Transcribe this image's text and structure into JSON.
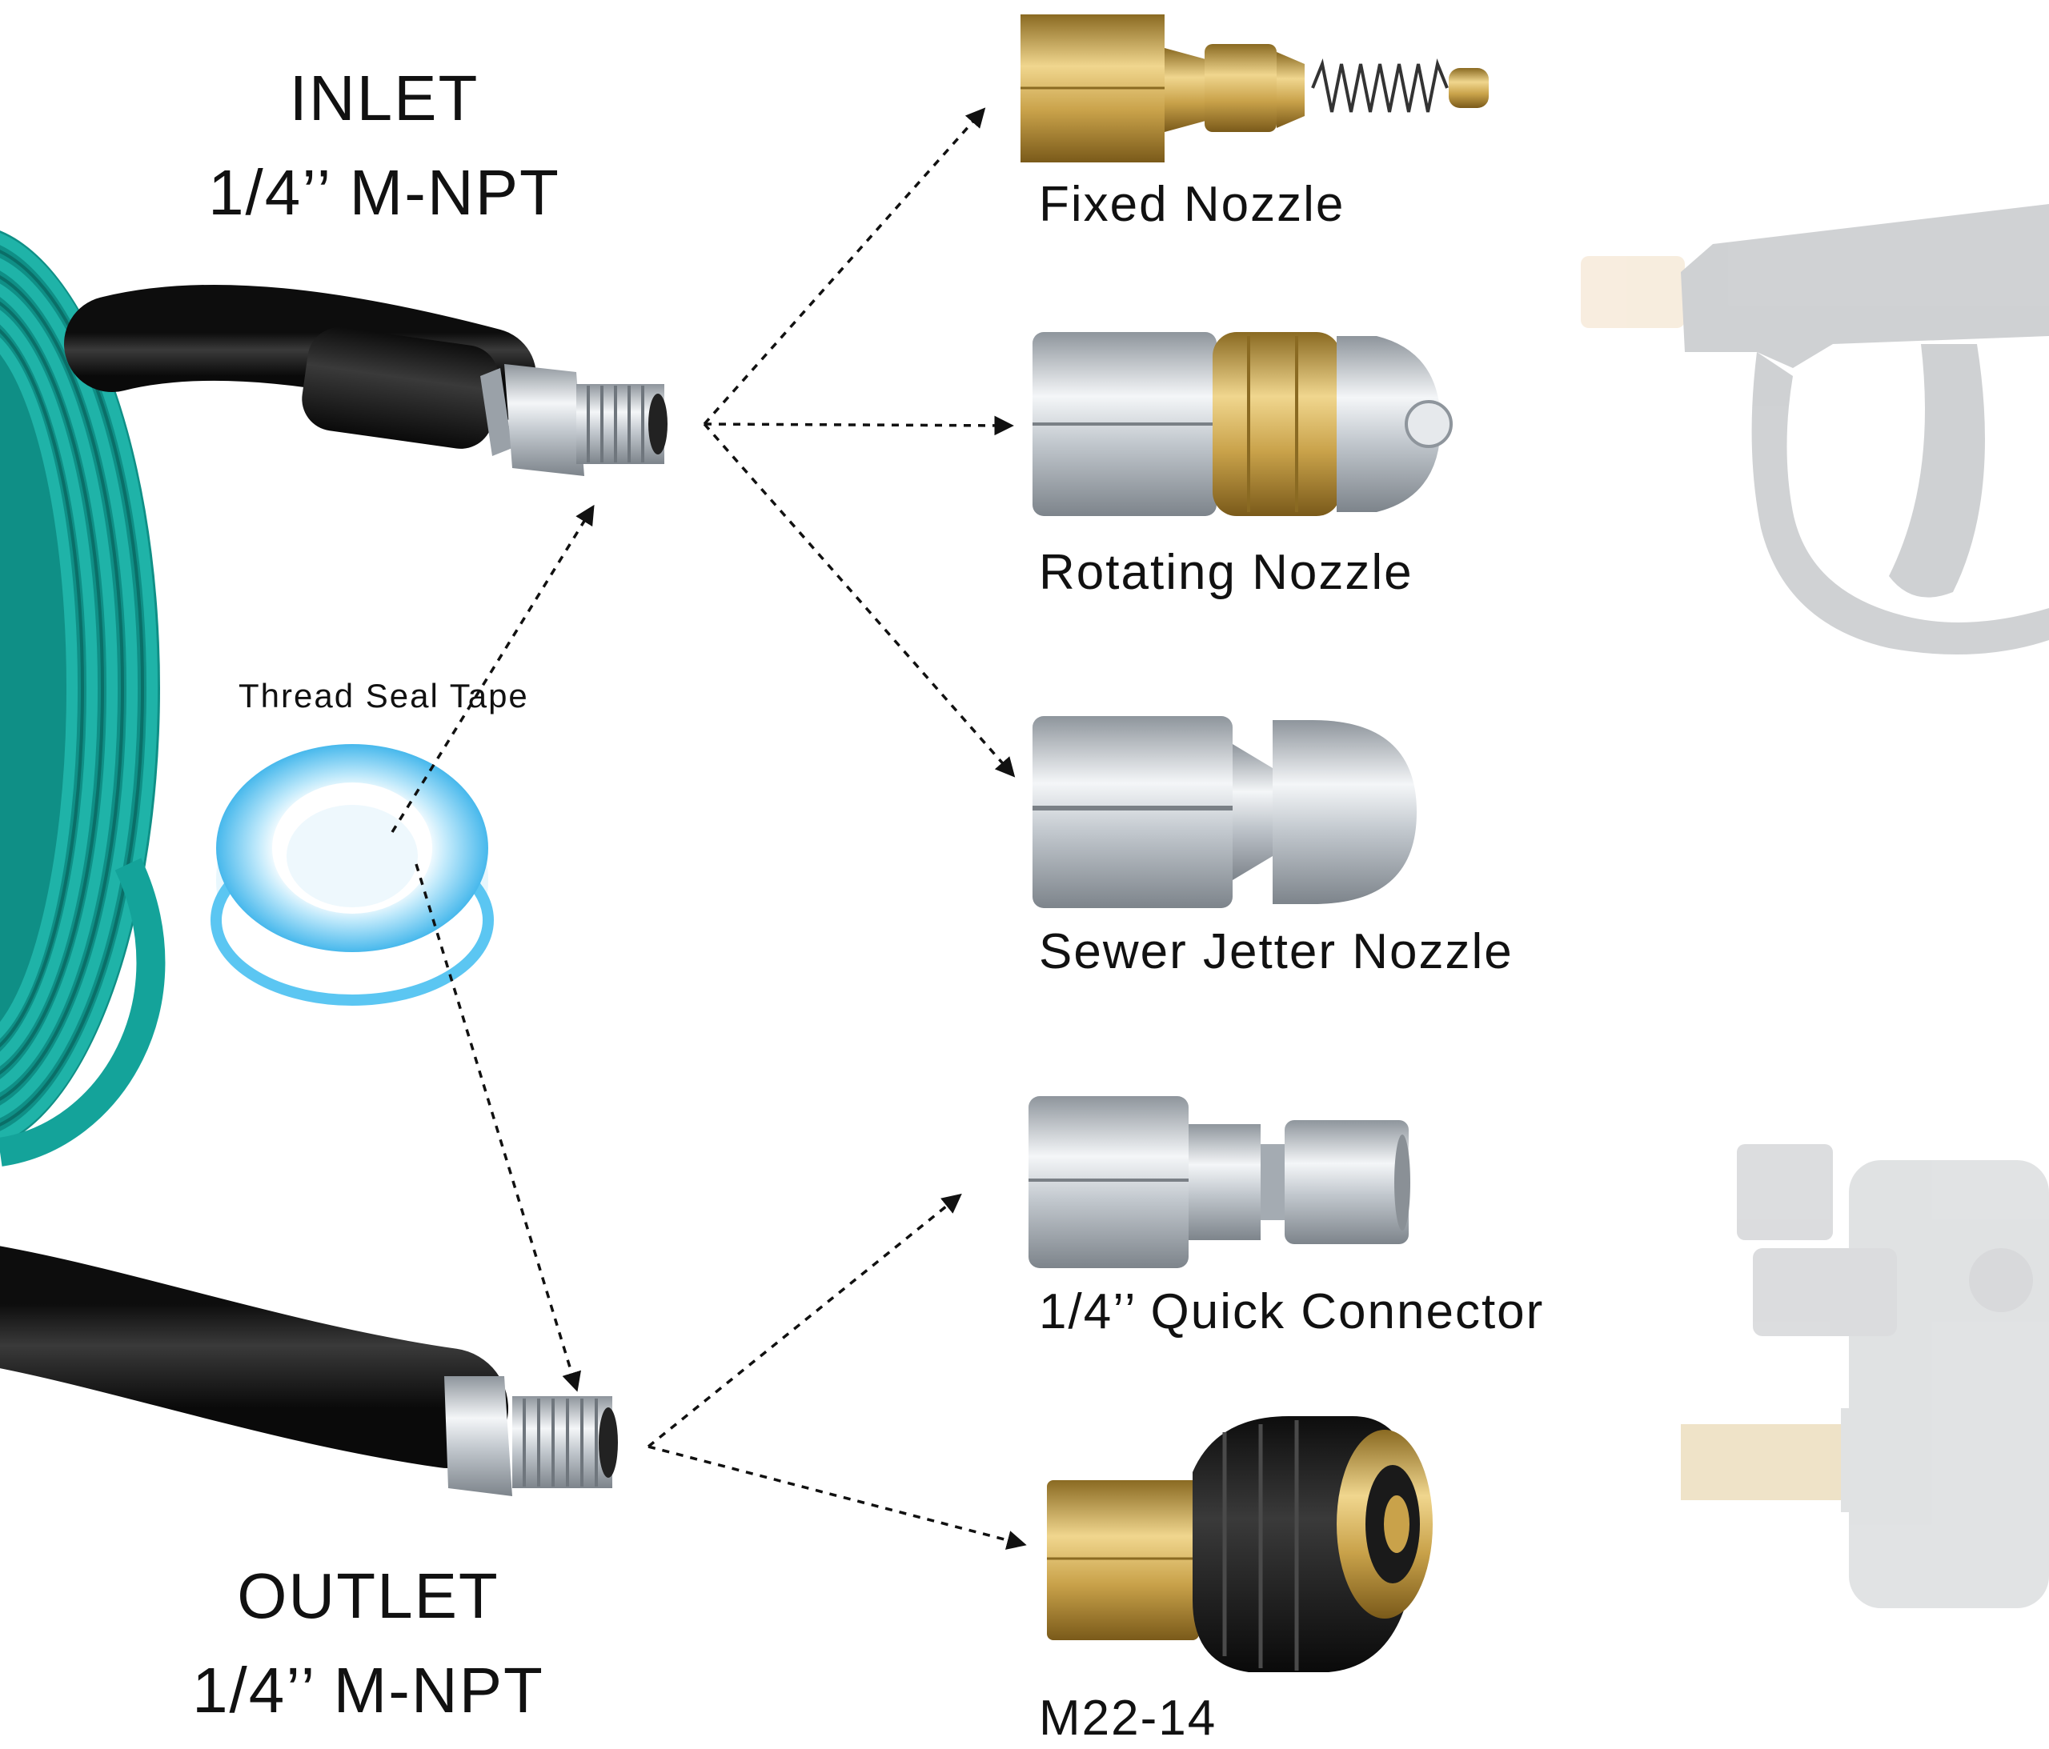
{
  "inlet": {
    "title": "INLET",
    "spec": "1/4’’ M-NPT"
  },
  "outlet": {
    "title": "OUTLET",
    "spec": "1/4’’ M-NPT"
  },
  "tape": {
    "label": "Thread Seal Tape"
  },
  "fittings": {
    "fixed_nozzle": "Fixed Nozzle",
    "rotating_nozzle": "Rotating Nozzle",
    "sewer_jetter_nozzle": "Sewer Jetter Nozzle",
    "quick_connector": "1/4’’ Quick Connector",
    "m22": "M22-14"
  },
  "icons": [
    "hose-coil-icon",
    "thread-seal-tape-icon",
    "fixed-nozzle-icon",
    "rotating-nozzle-icon",
    "sewer-jetter-nozzle-icon",
    "quick-connector-icon",
    "m22-coupler-icon",
    "spray-gun-icon",
    "pressure-washer-pump-icon"
  ],
  "colors": {
    "hose": "#14a39a",
    "brass": "#c9a24a",
    "steel": "#c8cdd2",
    "black": "#1c1c1c",
    "tape": "#5bc6f2"
  }
}
